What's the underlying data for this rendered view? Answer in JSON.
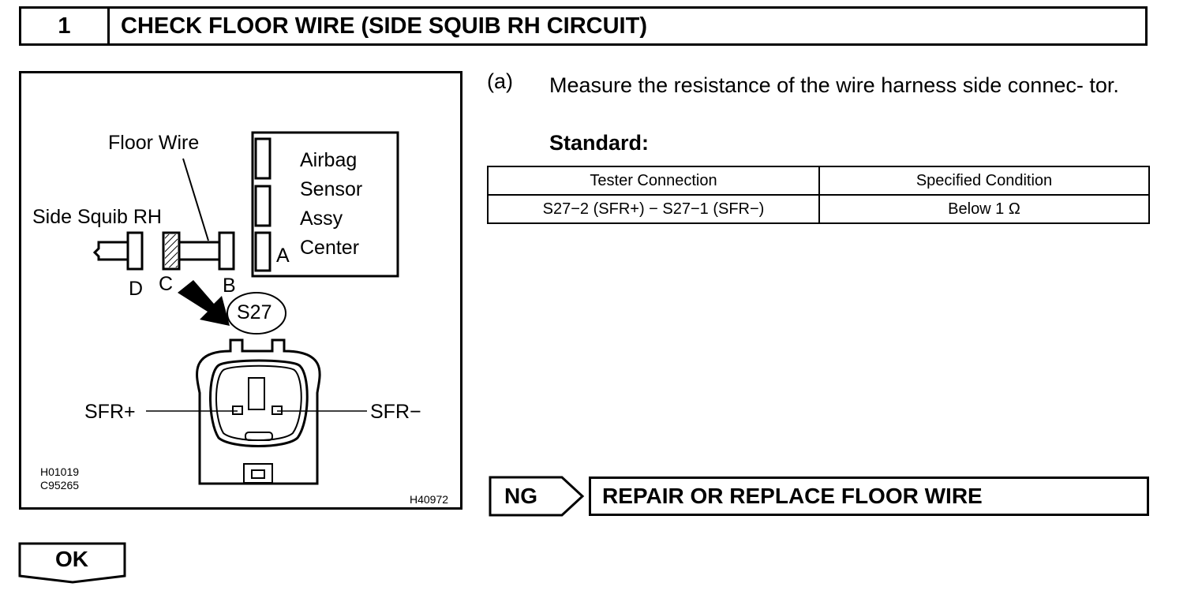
{
  "header": {
    "step_number": "1",
    "title": "CHECK FLOOR WIRE (SIDE SQUIB RH CIRCUIT)"
  },
  "figure": {
    "labels": {
      "floor_wire": "Floor Wire",
      "side_squib": "Side Squib RH",
      "airbag_line1": "Airbag",
      "airbag_line2": "Sensor",
      "airbag_line3": "Assy",
      "airbag_line4": "Center",
      "conn_a": "A",
      "conn_b": "B",
      "conn_c": "C",
      "conn_d": "D",
      "connector_id": "S27",
      "sfr_plus": "SFR+",
      "sfr_minus": "SFR−"
    },
    "codes": {
      "left_line1": "H01019",
      "left_line2": "C95265",
      "right": "H40972"
    }
  },
  "instructions": {
    "step_label": "(a)",
    "text": "Measure the resistance of the wire harness side connec- tor.",
    "standard_label": "Standard:"
  },
  "spec_table": {
    "headers": [
      "Tester Connection",
      "Specified Condition"
    ],
    "rows": [
      [
        "S27−2 (SFR+) − S27−1 (SFR−)",
        "Below 1 Ω"
      ]
    ]
  },
  "result_ng": {
    "label": "NG",
    "action": "REPAIR OR REPLACE FLOOR WIRE"
  },
  "result_ok": {
    "label": "OK"
  }
}
